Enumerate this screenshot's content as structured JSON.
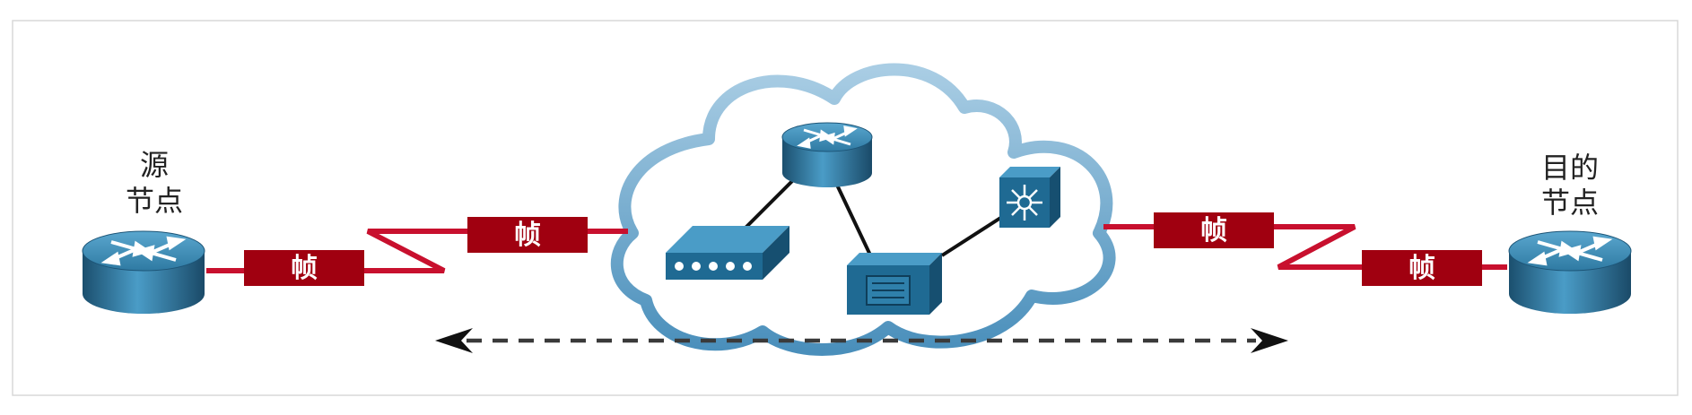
{
  "source_node": {
    "label_line1": "源",
    "label_line2": "节点"
  },
  "dest_node": {
    "label_line1": "目的",
    "label_line2": "节点"
  },
  "frames": {
    "left_1": "帧",
    "left_2": "帧",
    "right_1": "帧",
    "right_2": "帧"
  },
  "colors": {
    "link_red": "#c8102e",
    "frame_fill": "#a00010",
    "device_blue": "#2a7aa6",
    "cloud_stroke": "#5f9fc4",
    "arrow": "#333333"
  },
  "icons": [
    "router-icon",
    "switch-icon",
    "multilayer-switch-icon",
    "server-icon",
    "cloud-icon",
    "wan-link-icon"
  ]
}
